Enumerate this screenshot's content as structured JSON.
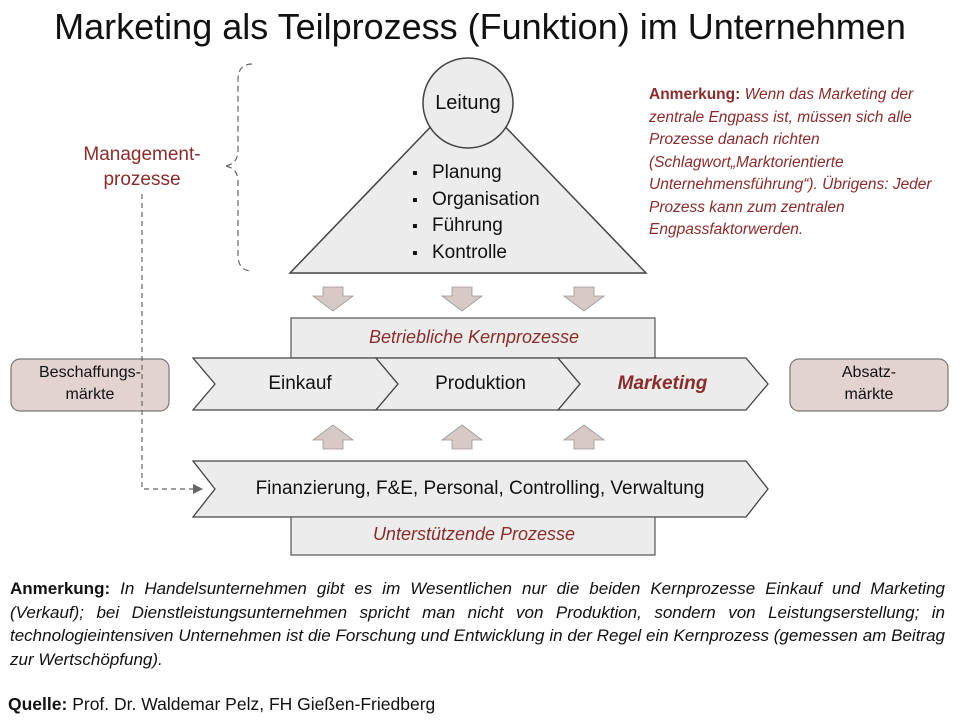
{
  "title": "Marketing als Teilprozess (Funktion) im Unternehmen",
  "management_label": "Management-\nprozesse",
  "leitung": "Leitung",
  "management_tasks": [
    "Planung",
    "Organisation",
    "Führung",
    "Kontrolle"
  ],
  "note_top": {
    "label": "Anmerkung:",
    "text": " Wenn das Marketing der zentrale Engpass ist, müssen sich alle Prozesse danach richten (Schlagwort„Marktorientierte Unternehmensführung“). Übrigens: Jeder Prozess kann zum zentralen Engpassfaktorwerden."
  },
  "core_label": "Betriebliche Kernprozesse",
  "core_processes": [
    "Einkauf",
    "Produktion",
    "Marketing"
  ],
  "markets": {
    "left": "Beschaffungs-\nmärkte",
    "right": "Absatz-\nmärkte"
  },
  "support_processes": "Finanzierung, F&E, Personal, Controlling, Verwaltung",
  "support_label": "Unterstützende Prozesse",
  "note_bottom": {
    "label": "Anmerkung:",
    "text": " In Handelsunternehmen gibt es im Wesentlichen nur die beiden Kernprozesse Einkauf und Marketing (Verkauf); bei Dienstleistungsunternehmen spricht man nicht von Produktion, sondern von Leistungserstellung; in technologieintensiven Unternehmen ist die Forschung und Entwicklung in der Regel ein Kernprozess (gemessen am Beitrag zur Wertschöpfung)."
  },
  "source": {
    "label": "Quelle:",
    "text": " Prof. Dr. Waldemar Pelz, FH Gießen-Friedberg"
  },
  "colors": {
    "accent": "#8b2c2c",
    "box_fill": "#ececec",
    "market_fill": "#e2d3d0",
    "arrow_fill": "#d7c9c6",
    "stroke": "#555555"
  }
}
